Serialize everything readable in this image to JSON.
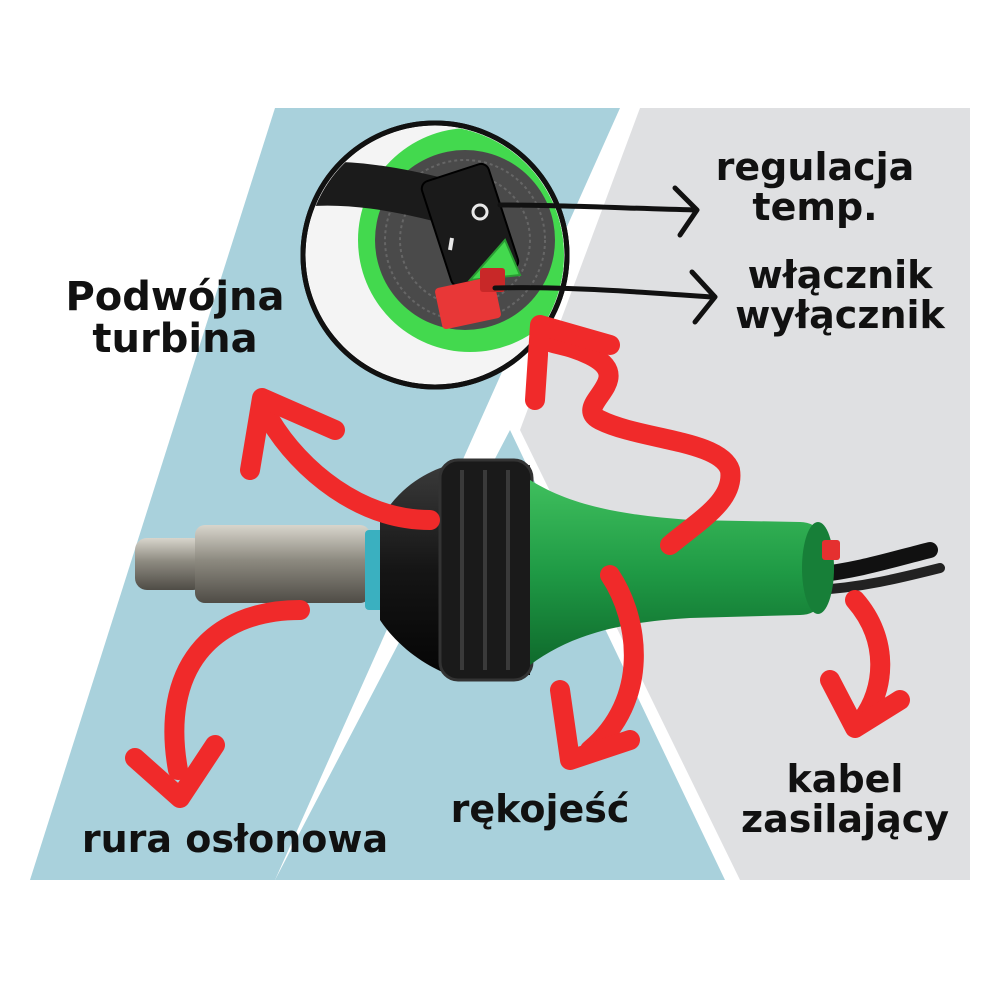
{
  "labels": {
    "turbina": [
      "Podwójna",
      "turbina"
    ],
    "regulacja": [
      "regulacja",
      "temp."
    ],
    "wlacznik": [
      "włącznik",
      "wyłącznik"
    ],
    "rura": [
      "rura osłonowa"
    ],
    "rekojesc": [
      "rękojeść"
    ],
    "kabel": [
      "kabel",
      "zasilający"
    ]
  },
  "colors": {
    "background_blue": "#a9d1dc",
    "background_gray": "#dfe0e2",
    "arrow_red": "#f02a2a",
    "body_green": "#1f9a45",
    "nozzle_metal": "#a9a69c",
    "label_text": "#111111"
  }
}
